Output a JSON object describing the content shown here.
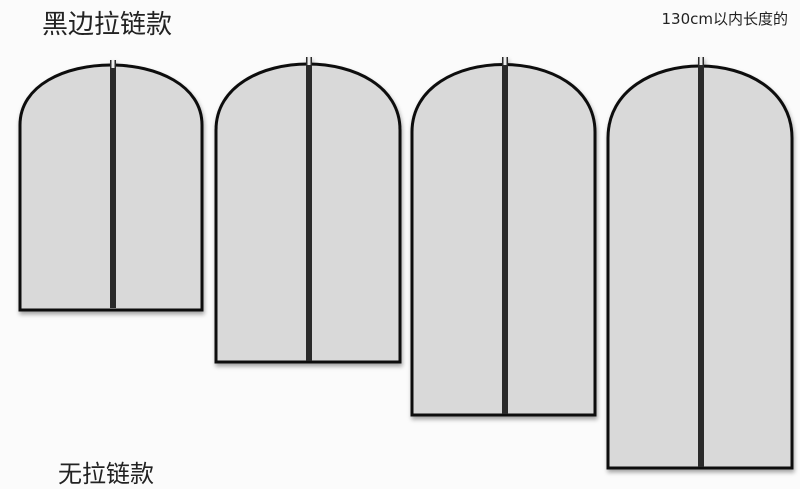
{
  "labels": {
    "zipper_style": "黑边拉链款",
    "length_note": "130cm以内长度的",
    "no_zipper_style": "无拉链款"
  },
  "bags": [
    {
      "id": "bag-1",
      "order": 1
    },
    {
      "id": "bag-2",
      "order": 2
    },
    {
      "id": "bag-3",
      "order": 3
    },
    {
      "id": "bag-4",
      "order": 4
    }
  ],
  "colors": {
    "background": "#fbfbfb",
    "bag_fill": "#d9d9d9",
    "outline": "#111111",
    "zipper": "#2b2b2b"
  }
}
